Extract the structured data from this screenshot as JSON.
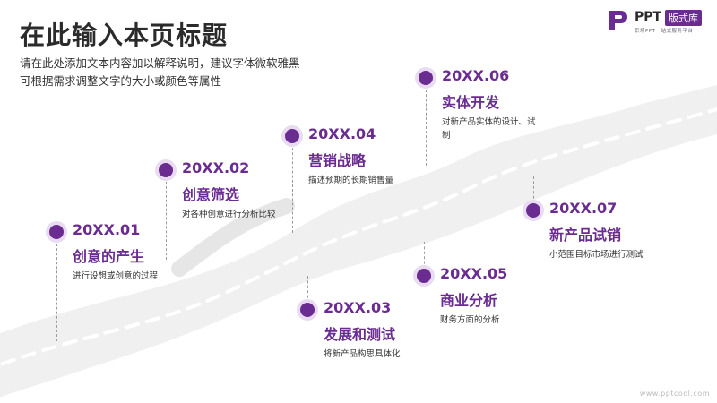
{
  "slide": {
    "title": "在此输入本页标题",
    "subtitle_line1": "请在此处添加文本内容加以解释说明，建议字体微软雅黑",
    "subtitle_line2": "可根据需求调整文字的大小或颜色等属性"
  },
  "logo": {
    "text": "PPT",
    "badge": "版式库",
    "tagline": "职场PPT一站式服务平台"
  },
  "milestones": [
    {
      "date": "20XX.01",
      "title": "创意的产生",
      "desc": "进行设想或创意的过程"
    },
    {
      "date": "20XX.02",
      "title": "创意筛选",
      "desc": "对各种创意进行分析比较"
    },
    {
      "date": "20XX.03",
      "title": "发展和测试",
      "desc": "将新产品构思具体化"
    },
    {
      "date": "20XX.04",
      "title": "营销战略",
      "desc": "描述预期的长期销售量"
    },
    {
      "date": "20XX.05",
      "title": "商业分析",
      "desc": "财务方面的分析"
    },
    {
      "date": "20XX.06",
      "title": "实体开发",
      "desc": "对新产品实体的设计、试制"
    },
    {
      "date": "20XX.07",
      "title": "新产品试销",
      "desc": "小范围目标市场进行测试"
    }
  ],
  "footer": "www.pptcool.com",
  "colors": {
    "accent": "#6b2c91",
    "accent_light": "#e9dcf2",
    "road": "#eeeeee"
  }
}
